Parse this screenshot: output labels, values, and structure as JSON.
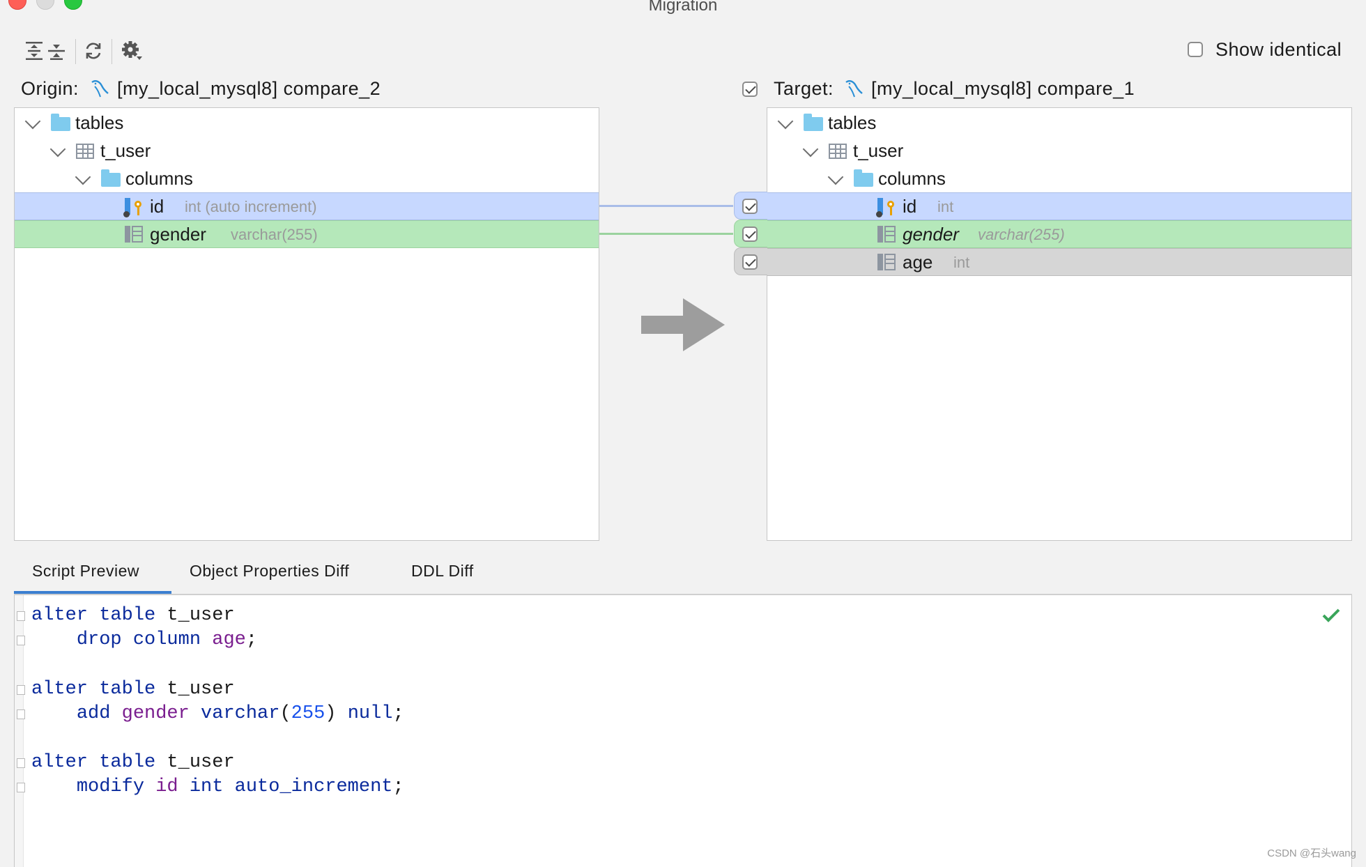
{
  "window": {
    "title": "Migration"
  },
  "toolbar": {
    "expand_all_icon": "expand-all-icon",
    "collapse_all_icon": "collapse-all-icon",
    "refresh_icon": "refresh-icon",
    "settings_icon": "settings-icon",
    "show_identical_label": "Show identical",
    "show_identical_checked": false
  },
  "origin": {
    "label": "Origin:",
    "source": "[my_local_mysql8] compare_2",
    "tree": {
      "tables": "tables",
      "table": "t_user",
      "columns": "columns",
      "rows": [
        {
          "name": "id",
          "type": "int (auto increment)",
          "state": "modified"
        },
        {
          "name": "gender",
          "type": "varchar(255)",
          "state": "added"
        }
      ]
    }
  },
  "target": {
    "label": "Target:",
    "source": "[my_local_mysql8] compare_1",
    "checked": true,
    "tree": {
      "tables": "tables",
      "table": "t_user",
      "columns": "columns",
      "rows": [
        {
          "name": "id",
          "type": "int",
          "state": "modified",
          "checked": true
        },
        {
          "name": "gender",
          "type": "varchar(255)",
          "state": "added",
          "checked": true
        },
        {
          "name": "age",
          "type": "int",
          "state": "removed",
          "checked": true
        }
      ]
    }
  },
  "tabs": [
    {
      "label": "Script Preview",
      "active": true
    },
    {
      "label": "Object Properties Diff",
      "active": false
    },
    {
      "label": "DDL Diff",
      "active": false
    }
  ],
  "script": {
    "status": "ok",
    "lines": [
      [
        [
          "kw",
          "alter table"
        ],
        [
          "plain",
          " t_user"
        ]
      ],
      [
        [
          "plain",
          "    "
        ],
        [
          "kw",
          "drop column"
        ],
        [
          "plain",
          " "
        ],
        [
          "id",
          "age"
        ],
        [
          "plain",
          ";"
        ]
      ],
      [],
      [
        [
          "kw",
          "alter table"
        ],
        [
          "plain",
          " t_user"
        ]
      ],
      [
        [
          "plain",
          "    "
        ],
        [
          "kw",
          "add"
        ],
        [
          "plain",
          " "
        ],
        [
          "id",
          "gender"
        ],
        [
          "plain",
          " "
        ],
        [
          "kw",
          "varchar"
        ],
        [
          "plain",
          "("
        ],
        [
          "num",
          "255"
        ],
        [
          "plain",
          ") "
        ],
        [
          "kw",
          "null"
        ],
        [
          "plain",
          ";"
        ]
      ],
      [],
      [
        [
          "kw",
          "alter table"
        ],
        [
          "plain",
          " t_user"
        ]
      ],
      [
        [
          "plain",
          "    "
        ],
        [
          "kw",
          "modify"
        ],
        [
          "plain",
          " "
        ],
        [
          "id",
          "id"
        ],
        [
          "plain",
          " "
        ],
        [
          "kw",
          "int"
        ],
        [
          "plain",
          " "
        ],
        [
          "kw",
          "auto_increment"
        ],
        [
          "plain",
          ";"
        ]
      ]
    ]
  },
  "watermark": "CSDN @石头wang",
  "colors": {
    "modified": "#c7d8ff",
    "added": "#b5e8ba",
    "removed": "#d6d6d6",
    "connector_modified": "#a9bde8",
    "connector_added": "#9bd39f"
  }
}
